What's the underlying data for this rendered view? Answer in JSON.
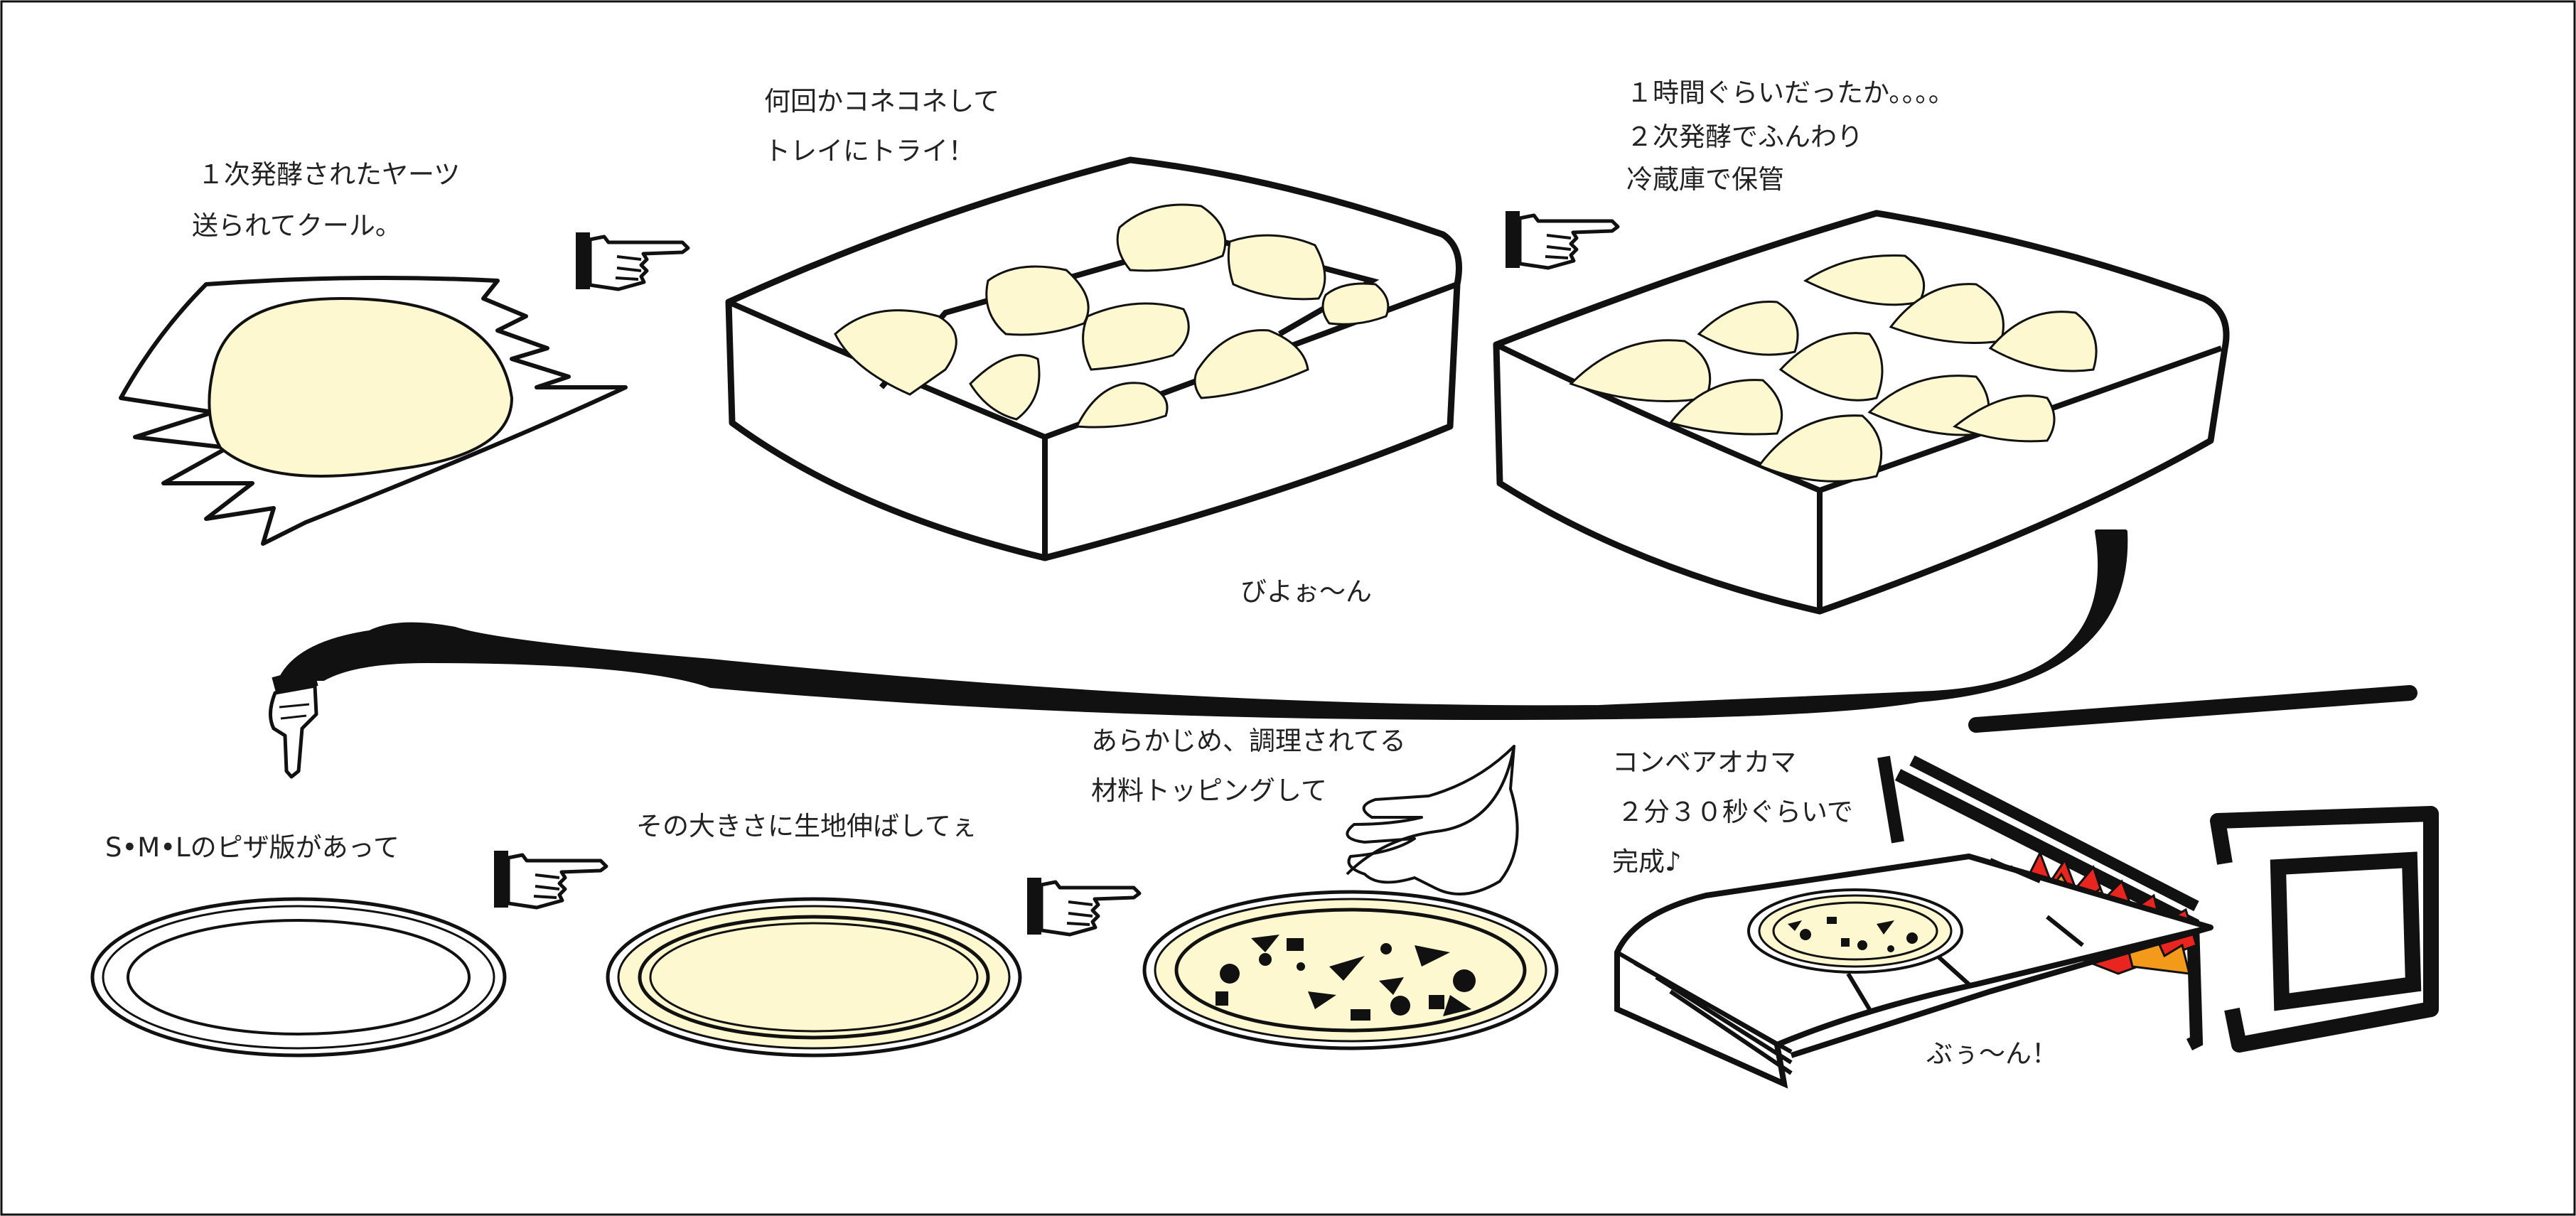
{
  "captions": {
    "step1_line1": "１次発酵されたヤーツ",
    "step1_line2": "送られてクール。",
    "step2_line1": "何回かコネコネして",
    "step2_line2": "トレイにトライ！",
    "step3_line1": "１時間ぐらいだったか。。。。",
    "step3_line2": "２次発酵でふんわり",
    "step3_line3": "冷蔵庫で保管",
    "swoosh": "びよぉ〜ん",
    "step4": "S•M•Lのピザ版があって",
    "step5": "その大きさに生地伸ばしてぇ",
    "step6_line1": "あらかじめ、調理されてる",
    "step6_line2": "材料トッピングして",
    "step7_line1": "コンベアオカマ",
    "step7_line2": "２分３０秒ぐらいで",
    "step7_line3": "完成♪",
    "oven_sound": "ぶぅ〜ん！"
  },
  "colors": {
    "dough": "#fdf8d0",
    "ink": "#111111",
    "flame_red": "#e8251e",
    "flame_orange": "#f39a1b"
  },
  "icons": [
    "pointing-hand-icon",
    "waving-hand-icon"
  ]
}
